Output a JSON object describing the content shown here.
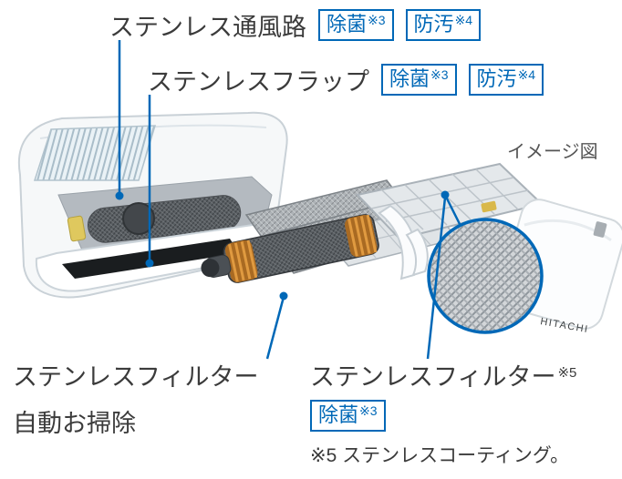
{
  "colors": {
    "accent": "#0068b7",
    "text": "#3b3b3b",
    "muted": "#555555"
  },
  "note": "イメージ図",
  "callout_air_path": {
    "label": "ステンレス通風路",
    "badge1": {
      "text": "除菌",
      "sup": "※3"
    },
    "badge2": {
      "text": "防汚",
      "sup": "※4"
    }
  },
  "callout_flap": {
    "label": "ステンレスフラップ",
    "badge1": {
      "text": "除菌",
      "sup": "※3"
    },
    "badge2": {
      "text": "防汚",
      "sup": "※4"
    }
  },
  "callout_filter_clean": {
    "line1": "ステンレスフィルター",
    "line2": "自動お掃除"
  },
  "callout_filter": {
    "label": "ステンレスフィルター",
    "sup": "※5",
    "badge": {
      "text": "除菌",
      "sup": "※3"
    }
  },
  "footnote": "※5 ステンレスコーティング。",
  "brand": "HITACHI"
}
